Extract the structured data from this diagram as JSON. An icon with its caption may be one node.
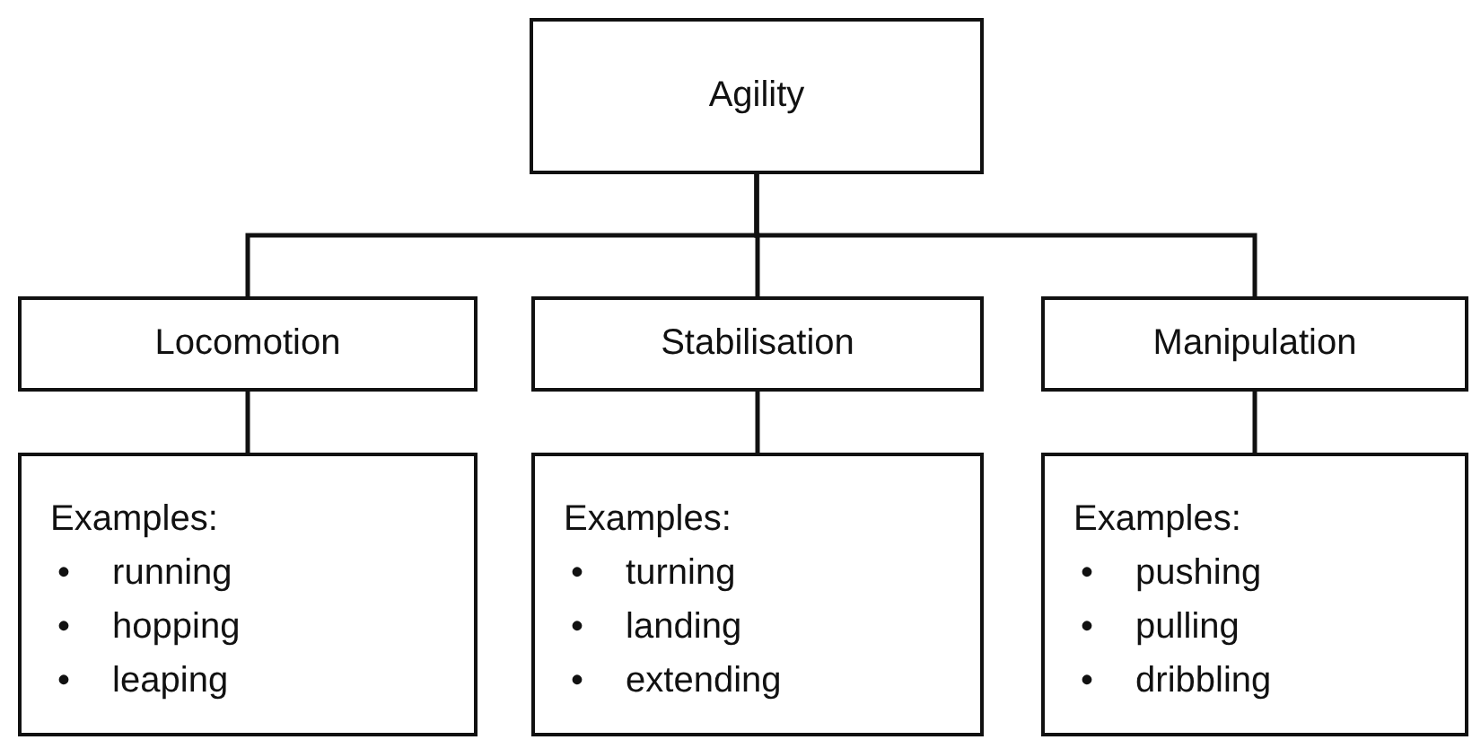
{
  "diagram": {
    "nodes": [
      {
        "text": [
          "Agility"
        ]
      },
      {
        "text": [
          "Locomotion"
        ]
      },
      {
        "text": [
          "Stabilisation"
        ]
      },
      {
        "text": [
          "Manipulation"
        ]
      },
      {
        "text": [
          "Examples:",
          "• running",
          "• hopping",
          "• leaping"
        ]
      },
      {
        "text": [
          "Examples:",
          "• turning",
          "• landing",
          "• extending"
        ]
      },
      {
        "text": [
          "Examples:",
          "• pushing",
          "• pulling",
          "• dribbling"
        ]
      }
    ],
    "edges": [
      {
        "from": 0,
        "to": 1,
        "arrow": "none"
      },
      {
        "from": 0,
        "to": 2,
        "arrow": "none"
      },
      {
        "from": 0,
        "to": 3,
        "arrow": "none"
      },
      {
        "from": 1,
        "to": 4,
        "arrow": "none"
      },
      {
        "from": 2,
        "to": 5,
        "arrow": "none"
      },
      {
        "from": 3,
        "to": 6,
        "arrow": "none"
      }
    ]
  }
}
